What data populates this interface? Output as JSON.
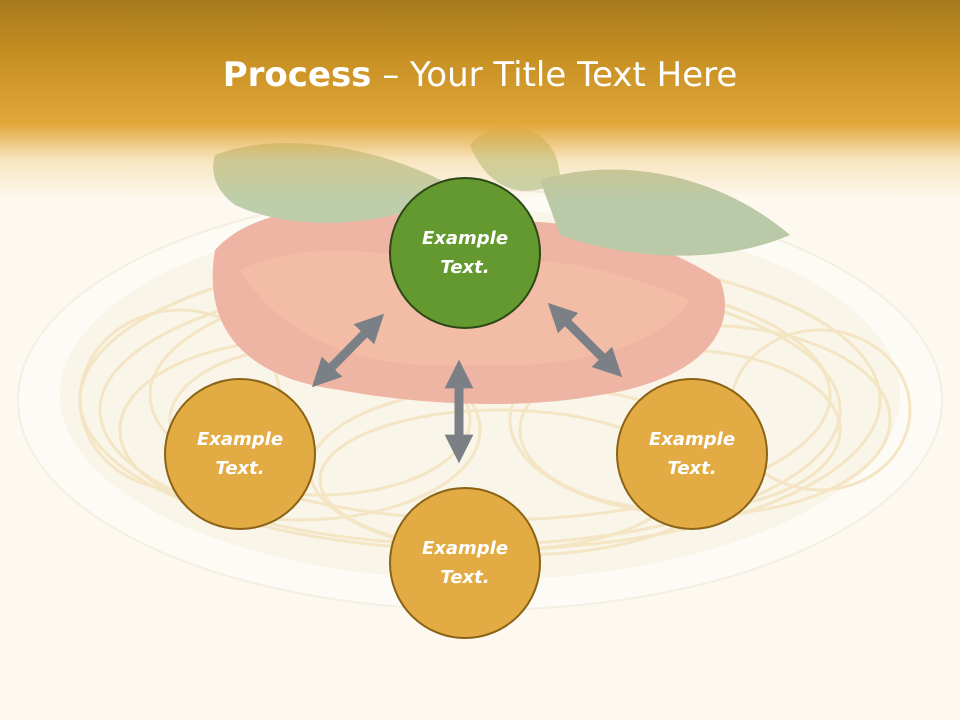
{
  "slide": {
    "title_bold": "Process",
    "title_rest": " – Your Title Text Here"
  },
  "nodes": {
    "top": "Example\nText.",
    "left": "Example\nText.",
    "right": "Example\nText.",
    "bottom": "Example\nText."
  },
  "colors": {
    "header": "#d79b2e",
    "node_orange": "#e2ab44",
    "node_green": "#64992f",
    "arrow": "#7a8085"
  },
  "icons": {
    "connector": "double-headed-arrow"
  }
}
